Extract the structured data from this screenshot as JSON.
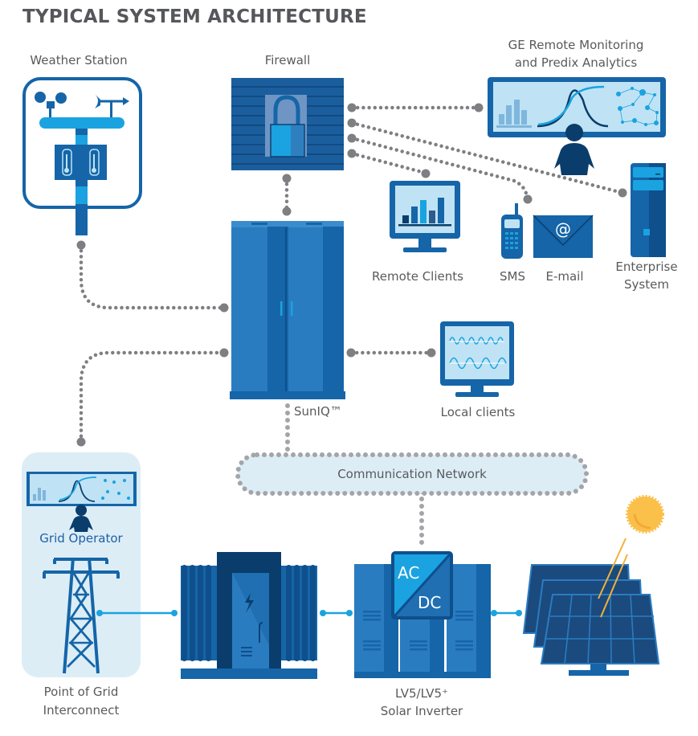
{
  "title": "TYPICAL SYSTEM ARCHITECTURE",
  "nodes": {
    "weather_station": "Weather Station",
    "firewall": "Firewall",
    "ge_remote_line1": "GE Remote Monitoring",
    "ge_remote_line2": "and Predix Analytics",
    "remote_clients": "Remote Clients",
    "sms": "SMS",
    "email": "E-mail",
    "enterprise_line1": "Enterprise",
    "enterprise_line2": "System",
    "sunIQ": "SunIQ™",
    "local_clients": "Local clients",
    "communication_network": "Communication Network",
    "grid_operator": "Grid Operator",
    "grid_line1": "Point of Grid",
    "grid_line2": "Interconnect",
    "inverter_line1": "LV5/LV5⁺",
    "inverter_line2": "Solar Inverter",
    "inverter_badge_ac": "AC",
    "inverter_badge_dc": "DC",
    "email_symbol": "@"
  },
  "colors": {
    "dark_blue": "#0a3d6b",
    "mid_blue": "#1565a8",
    "bright_blue": "#1aa3e0",
    "light_blue_bg": "#dcedf6",
    "connector_gray": "#7d7f82",
    "sun_yellow": "#fbc04a"
  }
}
